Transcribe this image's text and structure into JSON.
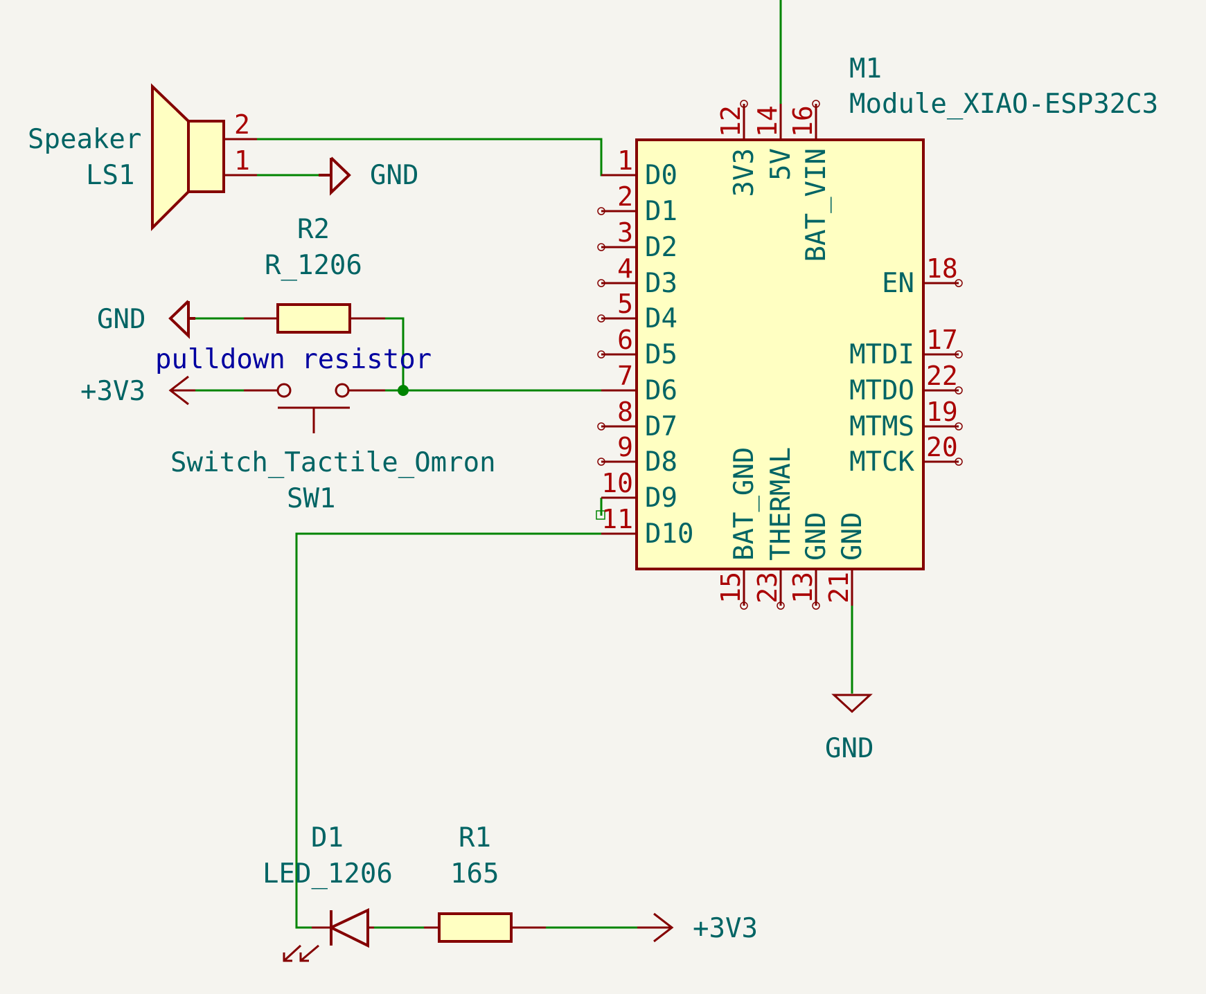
{
  "colors": {
    "background": "#f5f4ef",
    "wire": "#008400",
    "symbol_outline": "#840000",
    "symbol_body": "#ffffc2",
    "reference_text": "#006464",
    "pin_number": "#a90000",
    "note_text": "#0000a0"
  },
  "module": {
    "reference": "M1",
    "value": "Module_XIAO-ESP32C3",
    "left_pins": [
      {
        "num": "1",
        "name": "D0"
      },
      {
        "num": "2",
        "name": "D1"
      },
      {
        "num": "3",
        "name": "D2"
      },
      {
        "num": "4",
        "name": "D3"
      },
      {
        "num": "5",
        "name": "D4"
      },
      {
        "num": "6",
        "name": "D5"
      },
      {
        "num": "7",
        "name": "D6"
      },
      {
        "num": "8",
        "name": "D7"
      },
      {
        "num": "9",
        "name": "D8"
      },
      {
        "num": "10",
        "name": "D9"
      },
      {
        "num": "11",
        "name": "D10"
      }
    ],
    "top_pins": [
      {
        "num": "12",
        "name": "3V3"
      },
      {
        "num": "14",
        "name": "5V"
      },
      {
        "num": "16",
        "name": "BAT_VIN"
      }
    ],
    "right_pins": [
      {
        "num": "18",
        "name": "EN"
      },
      {
        "num": "17",
        "name": "MTDI"
      },
      {
        "num": "22",
        "name": "MTDO"
      },
      {
        "num": "19",
        "name": "MTMS"
      },
      {
        "num": "20",
        "name": "MTCK"
      }
    ],
    "bottom_pins": [
      {
        "num": "15",
        "name": "BAT_GND"
      },
      {
        "num": "23",
        "name": "THERMAL"
      },
      {
        "num": "13",
        "name": "GND"
      },
      {
        "num": "21",
        "name": "GND"
      }
    ]
  },
  "speaker": {
    "name": "Speaker",
    "reference": "LS1",
    "pin2": "2",
    "pin1": "1",
    "gnd_label": "GND"
  },
  "r2": {
    "reference": "R2",
    "value": "R_1206",
    "gnd_label": "GND",
    "note": "pulldown resistor"
  },
  "sw1": {
    "value": "Switch_Tactile_Omron",
    "reference": "SW1",
    "power_label": "+3V3"
  },
  "d1": {
    "reference": "D1",
    "value": "LED_1206"
  },
  "r1": {
    "reference": "R1",
    "value": "165",
    "power_label": "+3V3"
  },
  "module_gnd": {
    "label": "GND"
  }
}
